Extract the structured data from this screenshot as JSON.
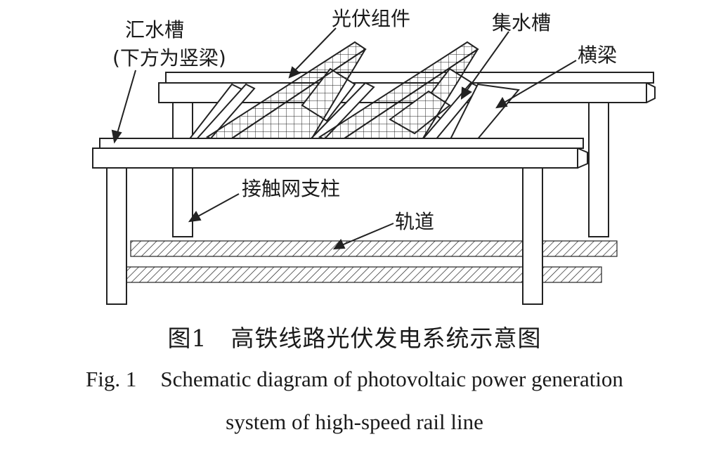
{
  "labels": {
    "collector_trough": "汇水槽",
    "collector_trough_note": "(下方为竖梁)",
    "pv_module": "光伏组件",
    "water_trough": "集水槽",
    "cross_beam": "横梁",
    "catenary_pillar": "接触网支柱",
    "track": "轨道"
  },
  "caption": {
    "cn_number": "图1",
    "cn_title": "高铁线路光伏发电系统示意图",
    "en_number": "Fig. 1",
    "en_title_line1": "Schematic diagram of photovoltaic power generation",
    "en_title_line2": "system of high-speed rail line"
  }
}
